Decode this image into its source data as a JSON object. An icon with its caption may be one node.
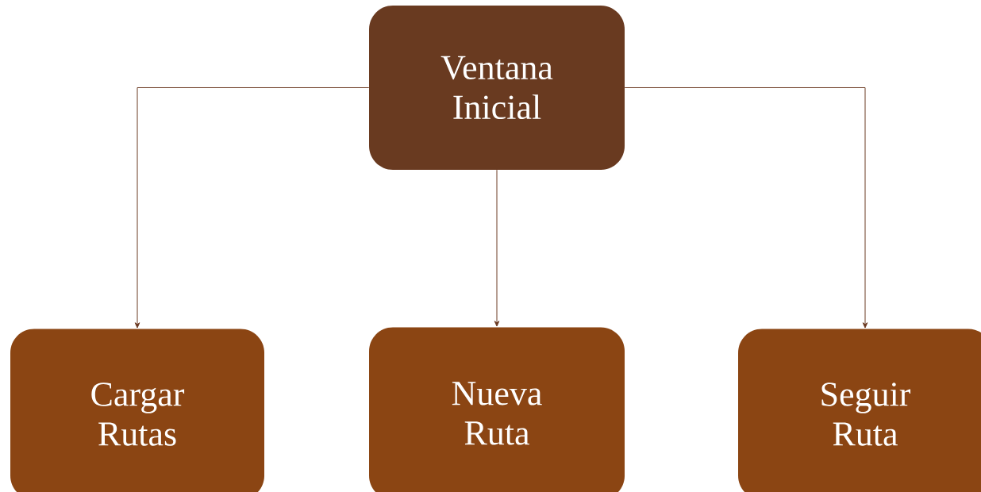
{
  "diagram": {
    "nodes": [
      {
        "text": [
          "Ventana Inicial"
        ]
      },
      {
        "text": [
          "Cargar Rutas"
        ]
      },
      {
        "text": [
          "Nueva Ruta"
        ]
      },
      {
        "text": [
          "Seguir Ruta"
        ]
      }
    ],
    "edges": [
      {
        "from": 0,
        "to": 1,
        "arrow": "to"
      },
      {
        "from": 0,
        "to": 2,
        "arrow": "to"
      },
      {
        "from": 0,
        "to": 3,
        "arrow": "to"
      }
    ]
  }
}
